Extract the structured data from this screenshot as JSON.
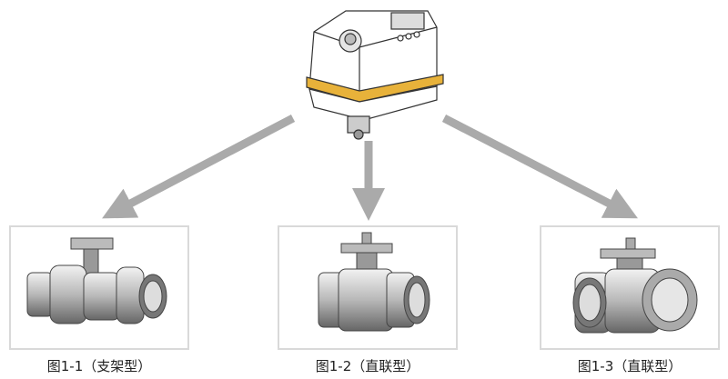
{
  "figures": [
    {
      "caption": "图1-1（支架型）"
    },
    {
      "caption": "图1-2（直联型）"
    },
    {
      "caption": "图1-3（直联型）"
    }
  ],
  "colors": {
    "arrow": "#aaaaaa",
    "accent_band": "#e8b23a",
    "frame": "#d9d9d9"
  }
}
